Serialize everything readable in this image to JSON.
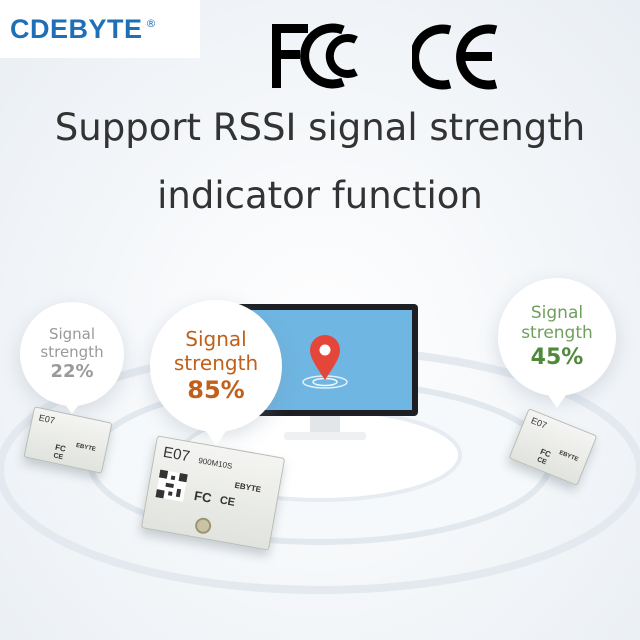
{
  "brand": {
    "name": "CDEBYTE",
    "registered": "®"
  },
  "certifications": {
    "fcc": "FC",
    "ce": "CE"
  },
  "headline": {
    "line1": "Support RSSI signal strength",
    "line2": "indicator function"
  },
  "bubbles": {
    "left": {
      "label1": "Signal",
      "label2": "strength",
      "value": "22%",
      "color": "#9a9a9a",
      "label_color": "#9a9a9a"
    },
    "center": {
      "label1": "Signal",
      "label2": "strength",
      "value": "85%",
      "color": "#c0601a",
      "label_color": "#c0601a"
    },
    "right": {
      "label1": "Signal",
      "label2": "strength",
      "value": "45%",
      "color": "#4f8a3c",
      "label_color": "#6f9f5d"
    }
  },
  "signal_levels": {
    "left": 0.22,
    "center": 0.85,
    "right": 0.45
  },
  "module": {
    "model": "E07",
    "part": "900M10S",
    "brand_mark": "EBYTE",
    "fcc_mark": "FC",
    "ce_mark": "CE"
  },
  "colors": {
    "monitor_screen": "#6fb6e2",
    "pin": "#e5463a",
    "monitor_frame": "#1d1f24",
    "logo_blue": "#1f6fb8"
  }
}
